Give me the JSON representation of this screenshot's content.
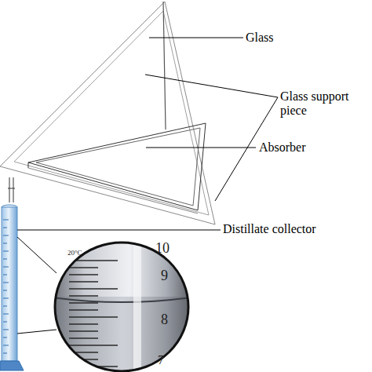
{
  "diagram": {
    "labels": [
      "Glass",
      "Glass support piece",
      "Absorber",
      "Distillate collector",
      "10",
      "9",
      "8",
      "7",
      "20°C"
    ]
  }
}
